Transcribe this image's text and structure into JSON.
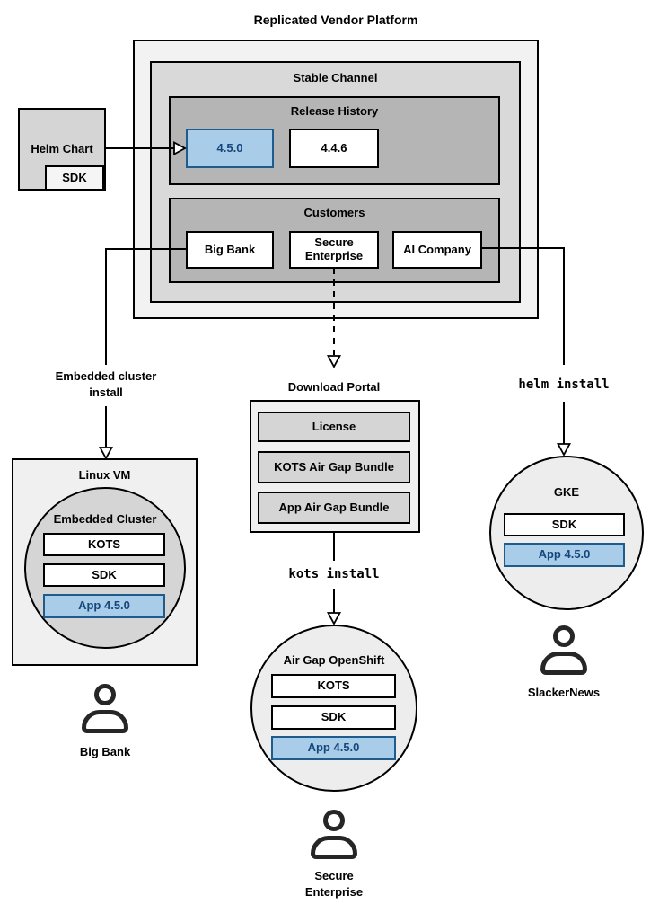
{
  "diagram_title": "Replicated Vendor Platform",
  "platform": {
    "stable_channel": {
      "label": "Stable Channel",
      "release_history": {
        "label": "Release History",
        "releases": [
          {
            "version": "4.5.0",
            "highlighted": true
          },
          {
            "version": "4.4.6",
            "highlighted": false
          }
        ]
      },
      "customers": {
        "label": "Customers",
        "items": [
          {
            "name": "Big Bank"
          },
          {
            "name": "Secure Enterprise"
          },
          {
            "name": "AI Company"
          }
        ]
      }
    }
  },
  "helm_chart": {
    "label": "Helm Chart",
    "sdk": "SDK"
  },
  "left_flow": {
    "install_label": "Embedded cluster install",
    "vm": {
      "label": "Linux VM",
      "cluster": {
        "label": "Embedded Cluster",
        "components": [
          "KOTS",
          "SDK",
          "App 4.5.0"
        ]
      }
    },
    "user": "Big Bank"
  },
  "middle_flow": {
    "portal": {
      "label": "Download Portal",
      "items": [
        "License",
        "KOTS Air Gap Bundle",
        "App Air Gap Bundle"
      ]
    },
    "install_label": "kots install",
    "cluster": {
      "label": "Air Gap OpenShift",
      "components": [
        "KOTS",
        "SDK",
        "App 4.5.0"
      ]
    },
    "user": "Secure Enterprise"
  },
  "right_flow": {
    "install_label": "helm install",
    "cluster": {
      "label": "GKE",
      "components": [
        "SDK",
        "App 4.5.0"
      ]
    },
    "user": "SlackerNews"
  },
  "colors": {
    "highlight_fill": "#a9cce8",
    "highlight_border": "#1e5c8e",
    "highlight_text": "#14477b",
    "region_light": "#f2f2f2",
    "region_medium": "#d9d9d9",
    "region_dark": "#b5b5b5"
  }
}
